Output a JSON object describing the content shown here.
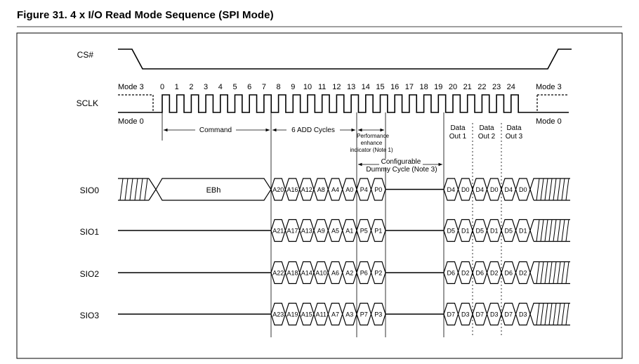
{
  "title": "Figure 31. 4 x I/O Read Mode Sequence (SPI Mode)",
  "signals": {
    "cs": "CS#",
    "sclk": "SCLK",
    "sio0": "SIO0",
    "sio1": "SIO1",
    "sio2": "SIO2",
    "sio3": "SIO3"
  },
  "modes": {
    "mode3_left": "Mode 3",
    "mode0_left": "Mode 0",
    "mode3_right": "Mode 3",
    "mode0_right": "Mode 0"
  },
  "clock_numbers": [
    "0",
    "1",
    "2",
    "3",
    "4",
    "5",
    "6",
    "7",
    "8",
    "9",
    "10",
    "11",
    "12",
    "13",
    "14",
    "15",
    "16",
    "17",
    "18",
    "19",
    "20",
    "21",
    "22",
    "23",
    "24"
  ],
  "annotations": {
    "command": "Command",
    "add_cycles": "6 ADD Cycles",
    "perf_1": "Performance",
    "perf_2": "enhance",
    "perf_3": "indicator (Note 1)",
    "dummy_1": "Configurable",
    "dummy_2": "Dummy Cycle (Note 3)",
    "data_label": "Data",
    "out1": "Out 1",
    "out2": "Out 2",
    "out3": "Out 3"
  },
  "command_value": "EBh",
  "lanes": [
    {
      "addr": [
        "A20",
        "A16",
        "A12",
        "A8",
        "A4",
        "A0"
      ],
      "perf": [
        "P4",
        "P0"
      ],
      "data": [
        "D4",
        "D0",
        "D4",
        "D0",
        "D4",
        "D0"
      ]
    },
    {
      "addr": [
        "A21",
        "A17",
        "A13",
        "A9",
        "A5",
        "A1"
      ],
      "perf": [
        "P5",
        "P1"
      ],
      "data": [
        "D5",
        "D1",
        "D5",
        "D1",
        "D5",
        "D1"
      ]
    },
    {
      "addr": [
        "A22",
        "A18",
        "A14",
        "A10",
        "A6",
        "A2"
      ],
      "perf": [
        "P6",
        "P2"
      ],
      "data": [
        "D6",
        "D2",
        "D6",
        "D2",
        "D6",
        "D2"
      ]
    },
    {
      "addr": [
        "A23",
        "A19",
        "A15",
        "A11",
        "A7",
        "A3"
      ],
      "perf": [
        "P7",
        "P3"
      ],
      "data": [
        "D7",
        "D3",
        "D7",
        "D3",
        "D7",
        "D3"
      ]
    }
  ]
}
